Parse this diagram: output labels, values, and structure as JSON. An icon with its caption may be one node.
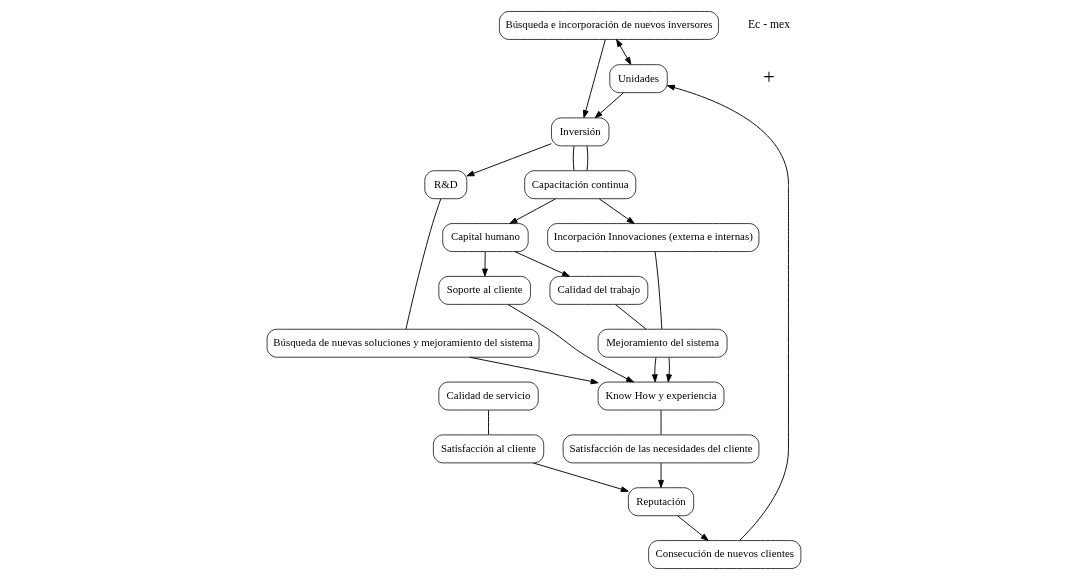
{
  "diagram": {
    "nodes": [
      {
        "text": [
          "Unidades"
        ]
      },
      {
        "text": [
          "Inversión"
        ]
      },
      {
        "text": [
          "Búsqueda e incorporación de nuevos inversores"
        ]
      },
      {
        "text": [
          "Consecución de nuevos clientes"
        ]
      },
      {
        "text": [
          "Capacitación continua"
        ]
      },
      {
        "text": [
          "R&D"
        ]
      },
      {
        "text": [
          "Capital humano"
        ]
      },
      {
        "text": [
          "Incorpación Innovaciones (externa e internas)"
        ]
      },
      {
        "text": [
          "Calidad del trabajo"
        ]
      },
      {
        "text": [
          "Soporte al cliente"
        ]
      },
      {
        "text": [
          "Mejoramiento del sistema"
        ]
      },
      {
        "text": [
          "Búsqueda de nuevas soluciones y mejoramiento del sistema"
        ]
      },
      {
        "text": [
          "Know How y experiencia"
        ]
      },
      {
        "text": [
          "Calidad de servicio"
        ]
      },
      {
        "text": [
          "Satisfacción al cliente"
        ]
      },
      {
        "text": [
          "Satisfacción de las necesidades del cliente"
        ]
      },
      {
        "text": [
          "Reputación"
        ]
      }
    ],
    "edges": [
      {
        "from": 0,
        "to": 1,
        "arrow": "to"
      },
      {
        "from": 2,
        "to": 1,
        "arrow": "to"
      },
      {
        "from": 2,
        "to": 0,
        "arrow": "both"
      },
      {
        "from": 3,
        "to": 0,
        "arrow": "to"
      },
      {
        "from": 1,
        "to": 5,
        "arrow": "to"
      },
      {
        "from": 1,
        "to": 4,
        "arrow": "none"
      },
      {
        "from": 1,
        "to": 4,
        "arrow": "none"
      },
      {
        "from": 4,
        "to": 6,
        "arrow": "to"
      },
      {
        "from": 4,
        "to": 7,
        "arrow": "to"
      },
      {
        "from": 6,
        "to": 8,
        "arrow": "to"
      },
      {
        "from": 6,
        "to": 9,
        "arrow": "to"
      },
      {
        "from": 7,
        "to": 10,
        "arrow": "none"
      },
      {
        "from": 8,
        "to": 10,
        "arrow": "none"
      },
      {
        "from": 5,
        "to": 11,
        "arrow": "none"
      },
      {
        "from": 9,
        "to": 12,
        "arrow": "to"
      },
      {
        "from": 10,
        "to": 12,
        "arrow": "to"
      },
      {
        "from": 10,
        "to": 12,
        "arrow": "to"
      },
      {
        "from": 11,
        "to": 12,
        "arrow": "to"
      },
      {
        "from": 12,
        "to": 15,
        "arrow": "none"
      },
      {
        "from": 13,
        "to": 14,
        "arrow": "none"
      },
      {
        "from": 14,
        "to": 16,
        "arrow": "to"
      },
      {
        "from": 15,
        "to": 16,
        "arrow": "to"
      },
      {
        "from": 16,
        "to": 3,
        "arrow": "to"
      }
    ],
    "labels": [
      "Ec - mex",
      "+"
    ]
  }
}
